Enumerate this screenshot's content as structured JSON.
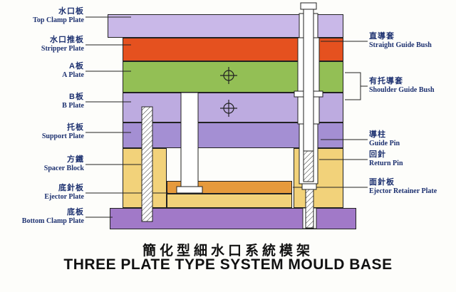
{
  "title": {
    "cn": "簡化型細水口系統模架",
    "en": "THREE PLATE TYPE SYSTEM MOULD BASE"
  },
  "left_labels": [
    {
      "cn": "水口板",
      "en": "Top Clamp Plate"
    },
    {
      "cn": "水口推板",
      "en": "Stripper Plate"
    },
    {
      "cn": "A板",
      "en": "A Plate"
    },
    {
      "cn": "B板",
      "en": "B Plate"
    },
    {
      "cn": "托板",
      "en": "Support Plate"
    },
    {
      "cn": "方鐵",
      "en": "Spacer Block"
    },
    {
      "cn": "底針板",
      "en": "Ejector Plate"
    },
    {
      "cn": "底板",
      "en": "Bottom Clamp Plate"
    }
  ],
  "right_labels": [
    {
      "cn": "直導套",
      "en": "Straight Guide Bush"
    },
    {
      "cn": "有托導套",
      "en": "Shoulder Guide Bush"
    },
    {
      "cn": "導柱",
      "en": "Guide Pin"
    },
    {
      "cn": "回針",
      "en": "Return Pin"
    },
    {
      "cn": "面針板",
      "en": "Ejector Retainer Plate"
    }
  ],
  "colors": {
    "top_clamp_plate": "#c9b8e8",
    "stripper_plate": "#e5511f",
    "a_plate": "#93bf55",
    "b_plate": "#bdabe0",
    "support_plate": "#a48fd3",
    "spacer_block": "#f2d27a",
    "ejector_retainer_plate": "#e69a3c",
    "ejector_plate": "#f2d27a",
    "bottom_clamp_plate": "#a179c8"
  }
}
